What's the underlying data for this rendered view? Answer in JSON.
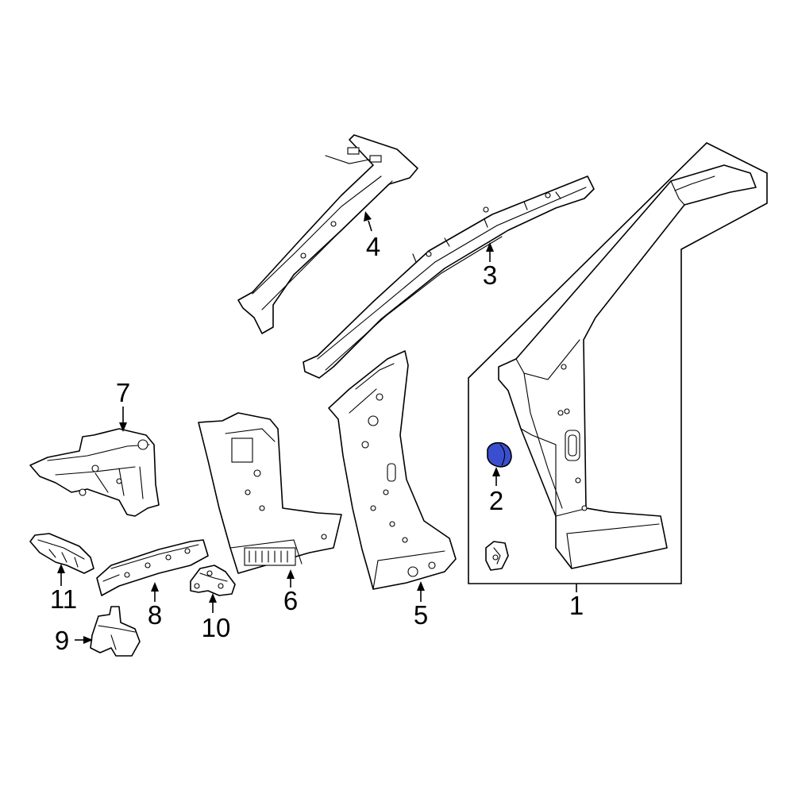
{
  "diagram": {
    "callouts": [
      {
        "id": "1",
        "label": "1"
      },
      {
        "id": "2",
        "label": "2"
      },
      {
        "id": "3",
        "label": "3"
      },
      {
        "id": "4",
        "label": "4"
      },
      {
        "id": "5",
        "label": "5"
      },
      {
        "id": "6",
        "label": "6"
      },
      {
        "id": "7",
        "label": "7"
      },
      {
        "id": "8",
        "label": "8"
      },
      {
        "id": "9",
        "label": "9"
      },
      {
        "id": "10",
        "label": "10"
      },
      {
        "id": "11",
        "label": "11"
      }
    ],
    "highlight_color": "#3a4fd0",
    "line_color": "#000000",
    "background_color": "#ffffff"
  }
}
